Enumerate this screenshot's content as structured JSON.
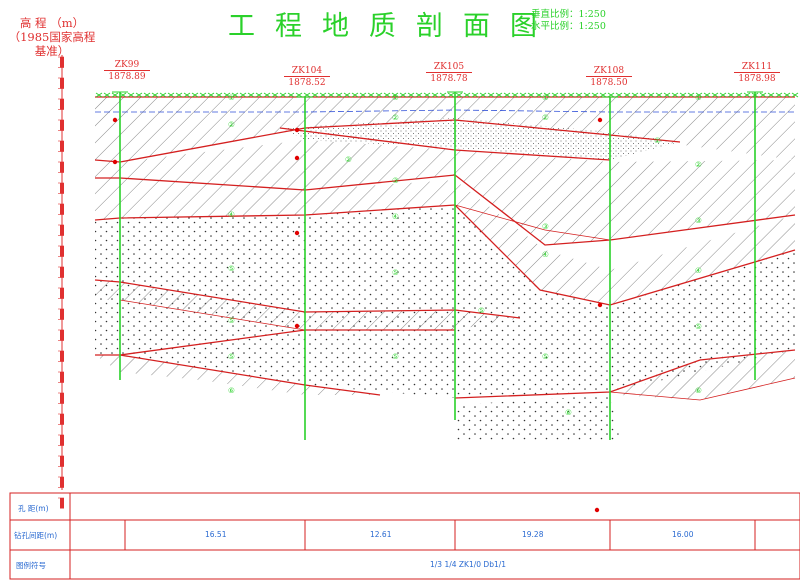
{
  "header": {
    "title": "工程地质剖面图",
    "scale_h": "水平比例：1:250",
    "scale_v": "垂直比例：1:250"
  },
  "axis": {
    "title_line1": "高 程 （m）",
    "title_line2": "（1985国家高程基准）"
  },
  "boreholes": [
    {
      "name": "ZK99",
      "elevation": "1878.89"
    },
    {
      "name": "ZK104",
      "elevation": "1878.52"
    },
    {
      "name": "ZK105",
      "elevation": "1878.78"
    },
    {
      "name": "ZK108",
      "elevation": "1878.50"
    },
    {
      "name": "ZK111",
      "elevation": "1878.98"
    }
  ],
  "layer_labels": [
    "①",
    "②",
    "④",
    "⑤",
    "⑤",
    "⑥",
    "①",
    "②",
    "③",
    "④",
    "⑤",
    "⑤",
    "①",
    "②",
    "③",
    "④",
    "⑤",
    "①",
    "②",
    "③",
    "④",
    "⑤",
    "⑥",
    "①",
    "②",
    "⑤",
    "⑤",
    "⑥"
  ],
  "table": {
    "row1_label": "孔 距(m)",
    "row2_label": "钻孔间距(m)",
    "row3_label": "图例符号",
    "spacings": [
      "16.51",
      "12.61",
      "19.28",
      "16.00"
    ],
    "legend_text": "1/3  1/4  ZK1/0  Db1/1"
  },
  "colors": {
    "grid": "#2ad12a",
    "strata_line": "#d42020",
    "hatch": "#5a5a5a",
    "axis_red": "#e03030"
  }
}
